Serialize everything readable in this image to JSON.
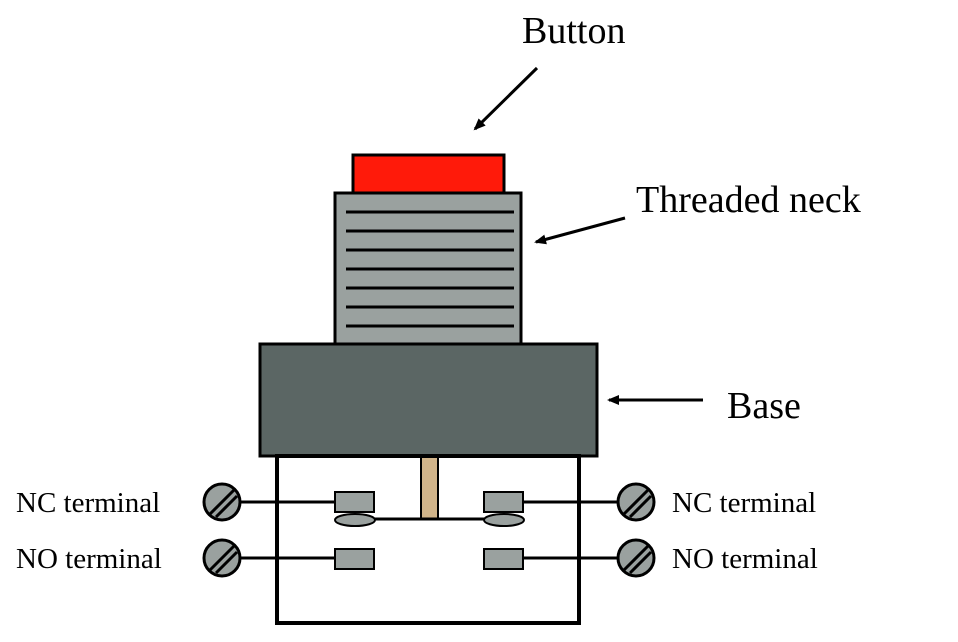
{
  "labels": {
    "button": "Button",
    "threaded_neck": "Threaded neck",
    "base": "Base",
    "nc_left": "NC terminal",
    "no_left": "NO terminal",
    "nc_right": "NC terminal",
    "no_right": "NO terminal"
  },
  "colors": {
    "button": "#ff1a0a",
    "neck": "#9aa19f",
    "base": "#5b6664",
    "plunger": "#d2b58a",
    "contact": "#9aa19f",
    "screw": "#9aa19f",
    "line": "#000000",
    "background": "#ffffff"
  },
  "icons": {
    "terminal_screw": "slotted-screw-head-icon",
    "arrow": "arrow-pointer-icon"
  }
}
